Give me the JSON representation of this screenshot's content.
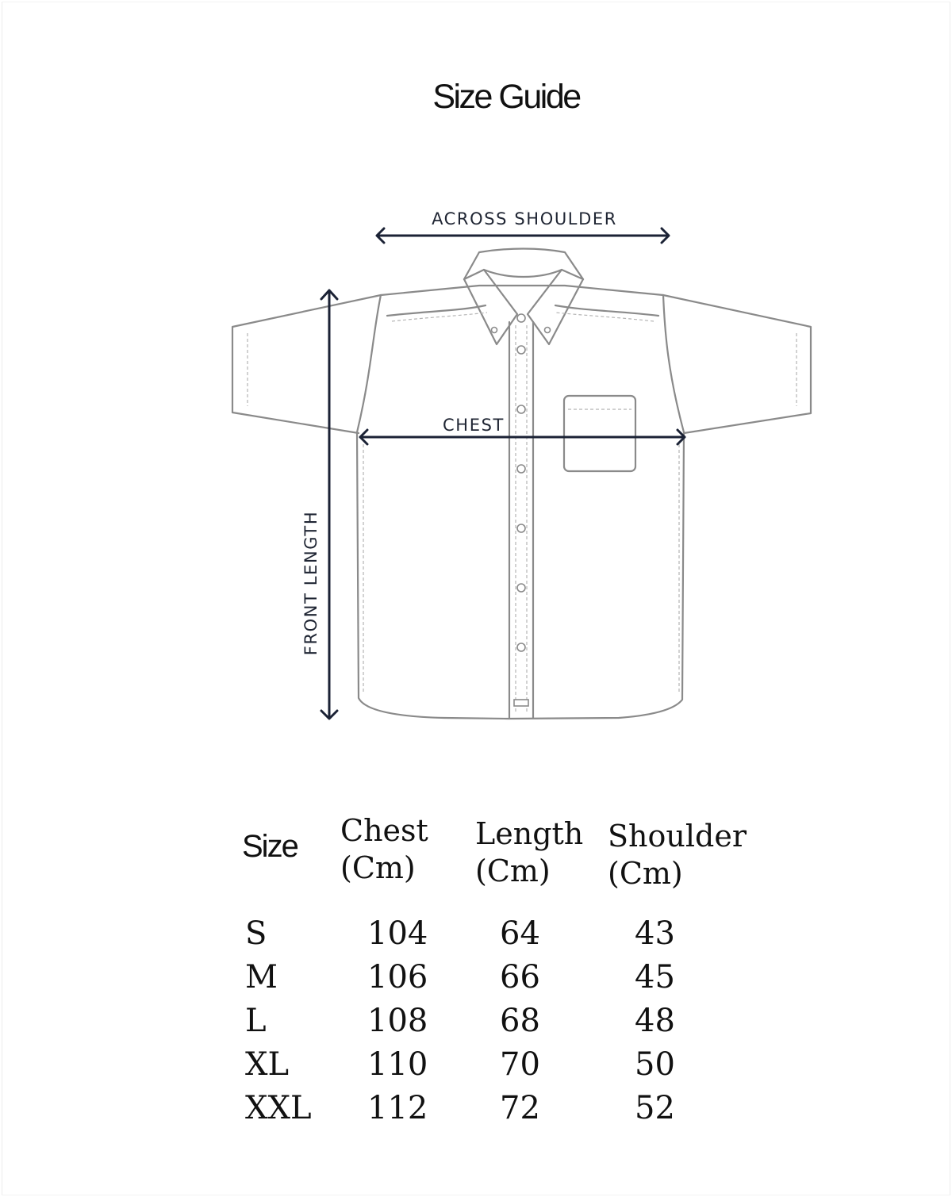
{
  "title": "Size Guide",
  "diagram": {
    "labels": {
      "across_shoulder": "ACROSS SHOULDER",
      "chest": "CHEST",
      "front_length": "FRONT LENGTH"
    },
    "colors": {
      "arrow": "#1b2235",
      "outline": "#8a8a8a"
    }
  },
  "table": {
    "headers": {
      "size": "Size",
      "chest_line1": "Chest",
      "chest_line2": "(Cm)",
      "length_line1": "Length",
      "length_line2": "(Cm)",
      "shoulder_line1": "Shoulder",
      "shoulder_line2": "(Cm)"
    },
    "rows": [
      {
        "size": "S",
        "chest": "104",
        "length": "64",
        "shoulder": "43"
      },
      {
        "size": "M",
        "chest": "106",
        "length": "66",
        "shoulder": "45"
      },
      {
        "size": "L",
        "chest": "108",
        "length": "68",
        "shoulder": "48"
      },
      {
        "size": "XL",
        "chest": "110",
        "length": "70",
        "shoulder": "50"
      },
      {
        "size": "XXL",
        "chest": "112",
        "length": "72",
        "shoulder": "52"
      }
    ]
  }
}
